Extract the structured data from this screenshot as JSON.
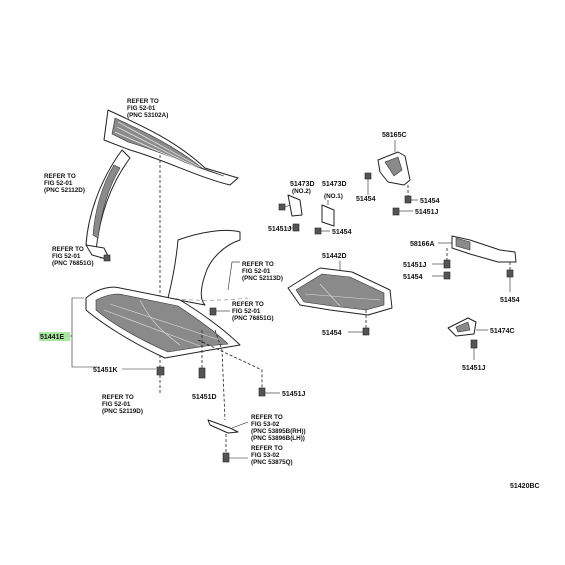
{
  "figure_id": "51420BC",
  "highlight_color": "#a8e6a1",
  "refs": {
    "grille": [
      "REFER TO",
      "FIG 52-01",
      "(PNC 53102A)"
    ],
    "fender": [
      "REFER TO",
      "FIG 52-01",
      "(PNC 52112D)"
    ],
    "bolt_76851g_left": [
      "REFER TO",
      "FIG 52-01",
      "(PNC 76851G)"
    ],
    "bumper": [
      "REFER TO",
      "FIG 52-01",
      "(PNC 52113D)"
    ],
    "bolt_76851g_center": [
      "REFER TO",
      "FIG 52-01",
      "(PNC 76851G)"
    ],
    "clip_52119d": [
      "REFER TO",
      "FIG 52-01",
      "(PNC 52119D)"
    ],
    "seal_53895b": [
      "REFER TO",
      "FIG 53-02",
      "(PNC 53895B(RH))",
      "(PNC 53896B(LH))"
    ],
    "clip_53875q": [
      "REFER TO",
      "FIG 53-02",
      "(PNC 53875Q)"
    ]
  },
  "parts": {
    "p51441E": "51441E",
    "p51451K": "51451K",
    "p51451D": "51451D",
    "p51451J_bottom": "51451J",
    "p51473D_no2": [
      "51473D",
      "(NO.2)"
    ],
    "p51473D_no1": [
      "51473D",
      "(NO.1)"
    ],
    "p51451J_mid": "51451J",
    "p51454_mid": "51454",
    "p51442D": "51442D",
    "p51454_center": "51454",
    "p58165C": "58165C",
    "p51454_top1": "51454",
    "p51454_top2": "51454",
    "p51451J_top": "51451J",
    "p58166A": "58166A",
    "p51451J_right": "51451J",
    "p51454_right1": "51454",
    "p51454_right2": "51454",
    "p51474C": "51474C",
    "p51451J_br": "51451J"
  }
}
